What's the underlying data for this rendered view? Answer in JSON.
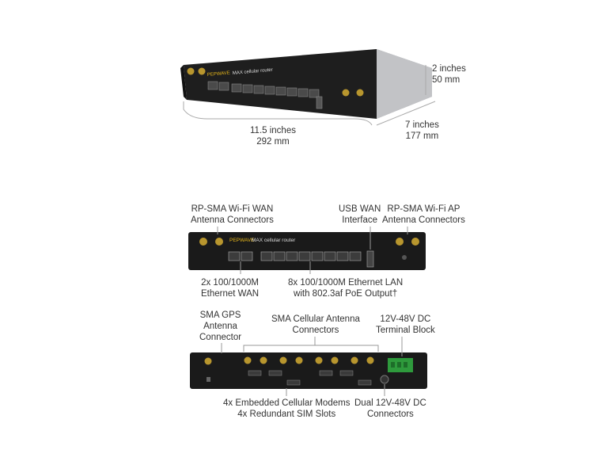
{
  "top_dimensions": {
    "height_in": "2 inches",
    "height_mm": "50 mm",
    "width_in": "11.5 inches",
    "width_mm": "292 mm",
    "depth_in": "7 inches",
    "depth_mm": "177 mm"
  },
  "front_panel": {
    "brand": "PEPWAVE",
    "model": "MAX",
    "subtitle": "cellular router",
    "labels": {
      "wifi_wan_1": "RP-SMA Wi-Fi WAN",
      "wifi_wan_2": "Antenna Connectors",
      "usb_1": "USB WAN",
      "usb_2": "Interface",
      "wifi_ap_1": "RP-SMA Wi-Fi AP",
      "wifi_ap_2": "Antenna Connectors",
      "eth_wan_1": "2x 100/1000M",
      "eth_wan_2": "Ethernet WAN",
      "eth_lan_1": "8x 100/1000M Ethernet LAN",
      "eth_lan_2": "with 802.3af PoE Output†"
    }
  },
  "back_panel": {
    "labels": {
      "gps_1": "SMA GPS",
      "gps_2": "Antenna",
      "gps_3": "Connector",
      "cell_1": "SMA Cellular Antenna",
      "cell_2": "Connectors",
      "dc_1": "12V-48V DC",
      "dc_2": "Terminal Block",
      "modems_1": "4x Embedded Cellular Modems",
      "modems_2": "4x Redundant SIM Slots",
      "dual_dc_1": "Dual 12V-48V DC",
      "dual_dc_2": "Connectors"
    }
  },
  "colors": {
    "chassis": "#1c1c1c",
    "silver": "#c9cacc",
    "gold": "#b8962e",
    "terminal_green": "#2e9a3c",
    "brand_yellow": "#e8b81a"
  }
}
